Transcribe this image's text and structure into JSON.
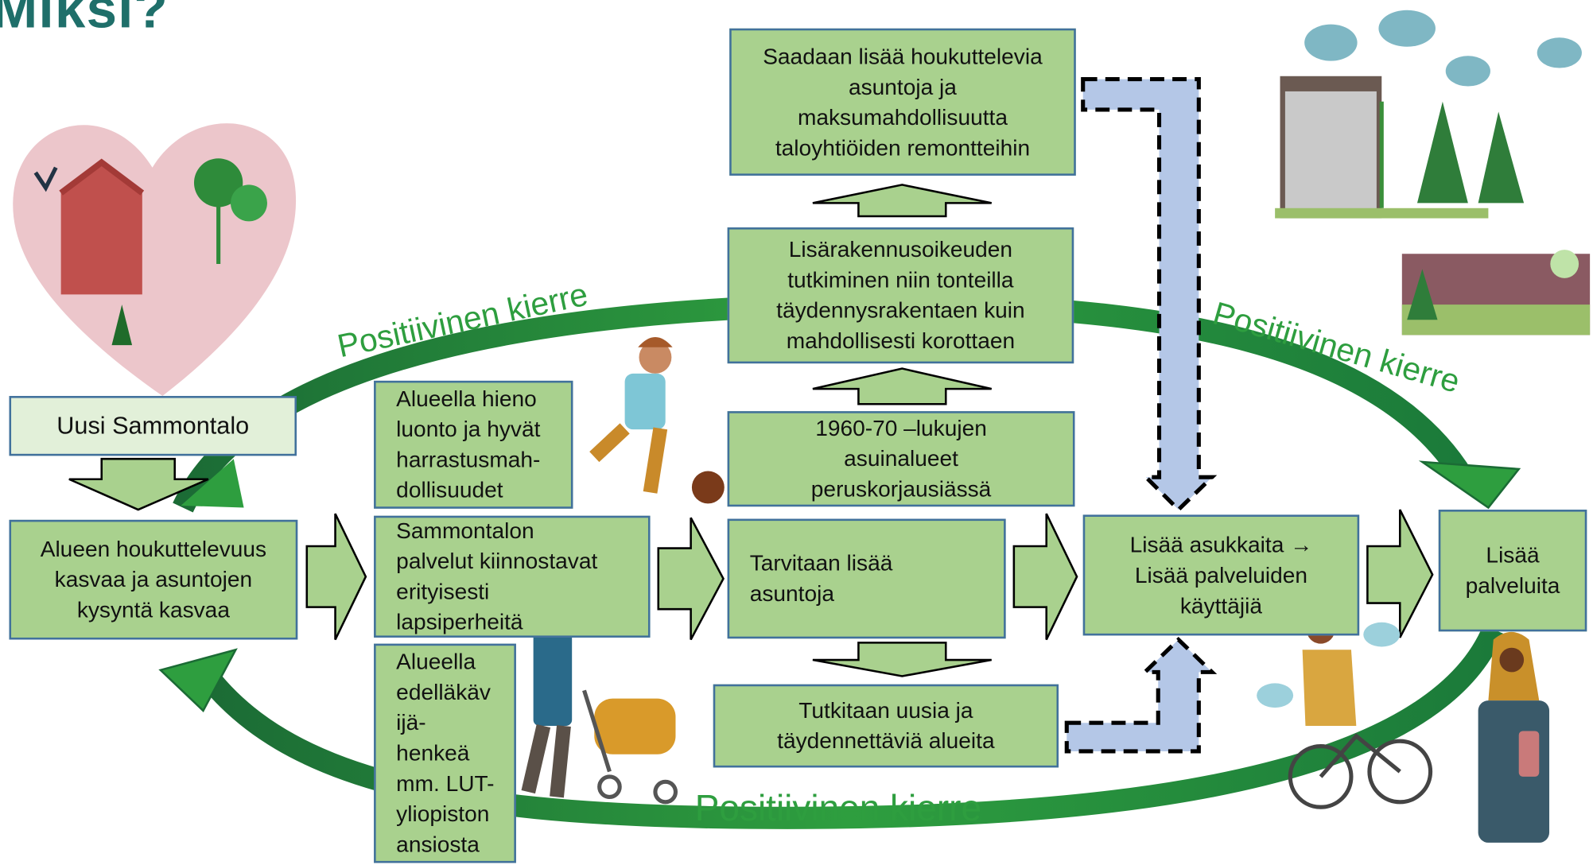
{
  "page_heading": "Miksi?",
  "center_column": {
    "top": "Saadaan lisää houkuttelevia\nasuntoja ja\nmaksumahdollisuutta\ntaloyhtiöiden remontteihin",
    "upper": "Lisärakennusoikeuden\ntutkiminen niin tonteilla\ntäydennysrakentaen kuin\nmahdollisesti korottaen",
    "middle": "1960-70 –lukujen\nasuinalueet\nperuskorjausiässä",
    "main": "Tarvitaan lisää\nasuntoja",
    "bottom": "Tutkitaan uusia ja\ntäydennettäviä alueita"
  },
  "left_column": {
    "new_building": "Uusi Sammontalo",
    "attractiveness": "Alueen houkuttelevuus\nkasvaa ja asuntojen\nkysyntä kasvaa"
  },
  "reasons": {
    "nature": "Alueella hieno\nluonto ja hyvät\nharrastusmah-\ndollisuudet",
    "services": "Sammontalon\npalvelut kiinnostavat\nerityisesti\nlapsiperheitä",
    "students": "Alueella\nedelläkäv\nijä-\nhenkeä\nmm. LUT-\nyliopiston\nansiosta"
  },
  "right_column": {
    "residents": "Lisää asukkaita →\nLisää palveluiden\nkäyttäjiä",
    "services": "Lisää\npalveluita"
  },
  "cycle_labels": {
    "upper_left": "Positiivinen kierre",
    "upper_right": "Positiivinen kierre",
    "bottom": "Positiivinen kierre"
  },
  "colors": {
    "box_fill": "#a9d18e",
    "box_border": "#41719c",
    "cycle_green": "#2e9e3f",
    "feedback_blue": "#b4c7e7"
  }
}
